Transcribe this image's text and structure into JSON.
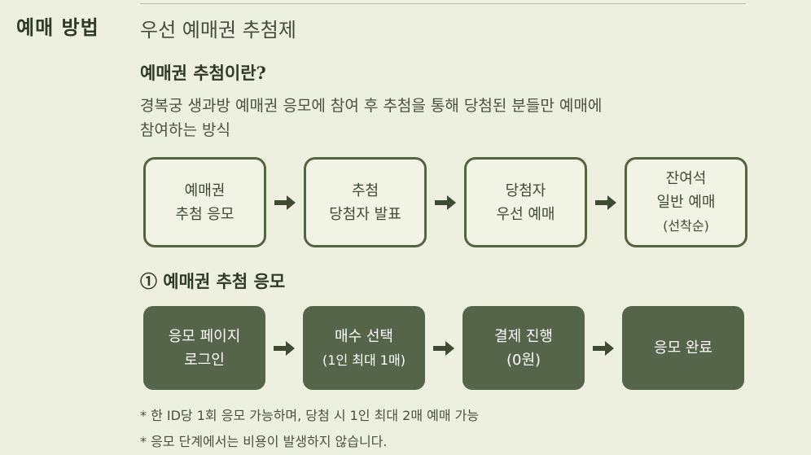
{
  "section_label": "예매 방법",
  "title": "우선 예매권 추첨제",
  "subtitle": "예매권 추첨이란?",
  "description": [
    "경복궁 생과방 예매권 응모에 참여 후 추첨을 통해 당첨된 분들만 예매에",
    "참여하는 방식"
  ],
  "process_flow": [
    {
      "lines": [
        "예매권",
        "추첨 응모"
      ]
    },
    {
      "lines": [
        "추첨",
        "당첨자 발표"
      ]
    },
    {
      "lines": [
        "당첨자",
        "우선 예매"
      ]
    },
    {
      "lines": [
        "잔여석",
        "일반 예매",
        "(선착순)"
      ]
    }
  ],
  "step_title": "① 예매권 추첨 응모",
  "step_flow": [
    {
      "lines": [
        "응모 페이지",
        "로그인"
      ]
    },
    {
      "lines": [
        "매수 선택",
        "(1인 최대 1매)"
      ]
    },
    {
      "lines": [
        "결제 진행",
        "(0원)"
      ]
    },
    {
      "lines": [
        "응모 완료"
      ]
    }
  ],
  "notes": [
    "* 한 ID당 1회 응모 가능하며, 당첨 시 1인 최대 2매 예매 가능",
    "* 응모 단계에서는 비용이 발생하지 않습니다."
  ],
  "colors": {
    "background": "#edf0df",
    "accent_dark_green": "#556549",
    "outline_green": "#53643f"
  }
}
